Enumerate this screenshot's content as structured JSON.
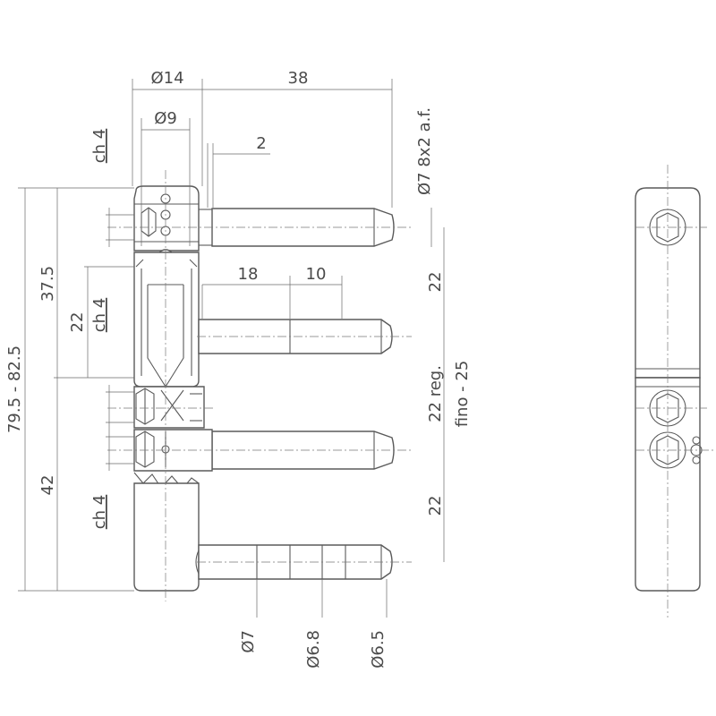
{
  "dimensions": {
    "dia_14": "Ø14",
    "len_38": "38",
    "dia_9": "Ø9",
    "gap_2": "2",
    "hex_top": "ch 4",
    "thread_dia": "Ø7 8x2 a.f.",
    "len_37_5": "37.5",
    "total_length": "79.5 - 82.5",
    "len_22_left": "22",
    "hex_mid": "ch 4",
    "len_18": "18",
    "len_10": "10",
    "pitch_22_top": "22",
    "reg_22": "22 reg.",
    "reg_range": "fino - 25",
    "len_42": "42",
    "hex_bottom": "ch 4",
    "pitch_22_bottom": "22",
    "pin_dia_7": "Ø7",
    "pin_dia_6_8": "Ø6.8",
    "pin_dia_6_5": "Ø6.5"
  },
  "colors": {
    "line": "#5a5a5a",
    "text": "#4a4a4a"
  }
}
